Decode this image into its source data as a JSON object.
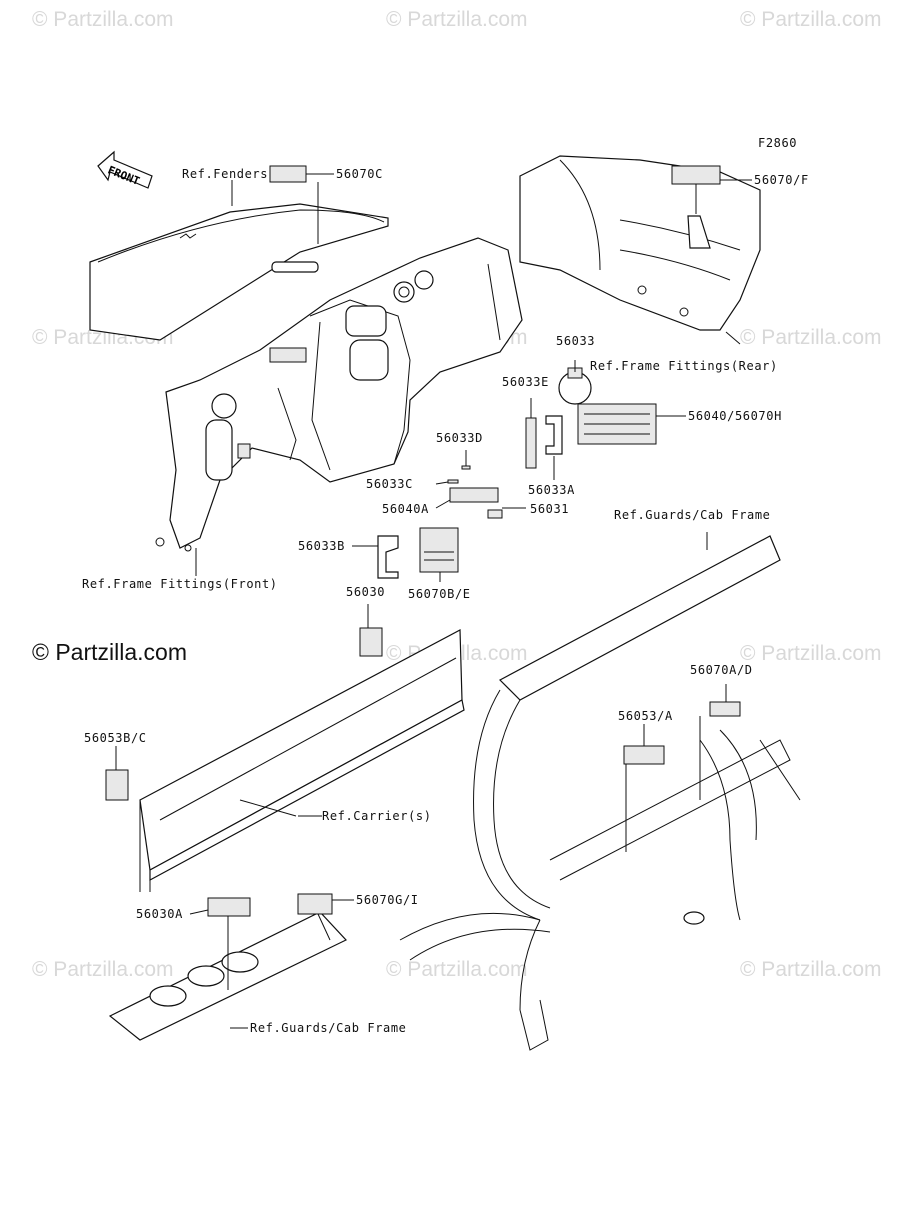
{
  "watermarks": {
    "faint": "© Partzilla.com",
    "main": "© Partzilla.com"
  },
  "figure_code": "F2860",
  "front_arrow": "FRONT",
  "labels": {
    "ref_fenders": "Ref.Fenders",
    "p56070C": "56070C",
    "p56070F": "56070/F",
    "p56033": "56033",
    "ref_frame_rear": "Ref.Frame Fittings(Rear)",
    "p56033E": "56033E",
    "p56040_56070H": "56040/56070H",
    "p56033D": "56033D",
    "p56033C": "56033C",
    "p56033A": "56033A",
    "p56040A": "56040A",
    "p56031": "56031",
    "ref_guards_cab_1": "Ref.Guards/Cab Frame",
    "p56033B": "56033B",
    "p56070BE": "56070B/E",
    "ref_frame_front": "Ref.Frame Fittings(Front)",
    "p56030": "56030",
    "p56070AD": "56070A/D",
    "p56053A": "56053/A",
    "p56053BC": "56053B/C",
    "ref_carrier": "Ref.Carrier(s)",
    "p56070GI": "56070G/I",
    "p56030A": "56030A",
    "ref_guards_cab_2": "Ref.Guards/Cab Frame"
  },
  "colors": {
    "line": "#111111",
    "watermark": "#d8d8d8"
  }
}
